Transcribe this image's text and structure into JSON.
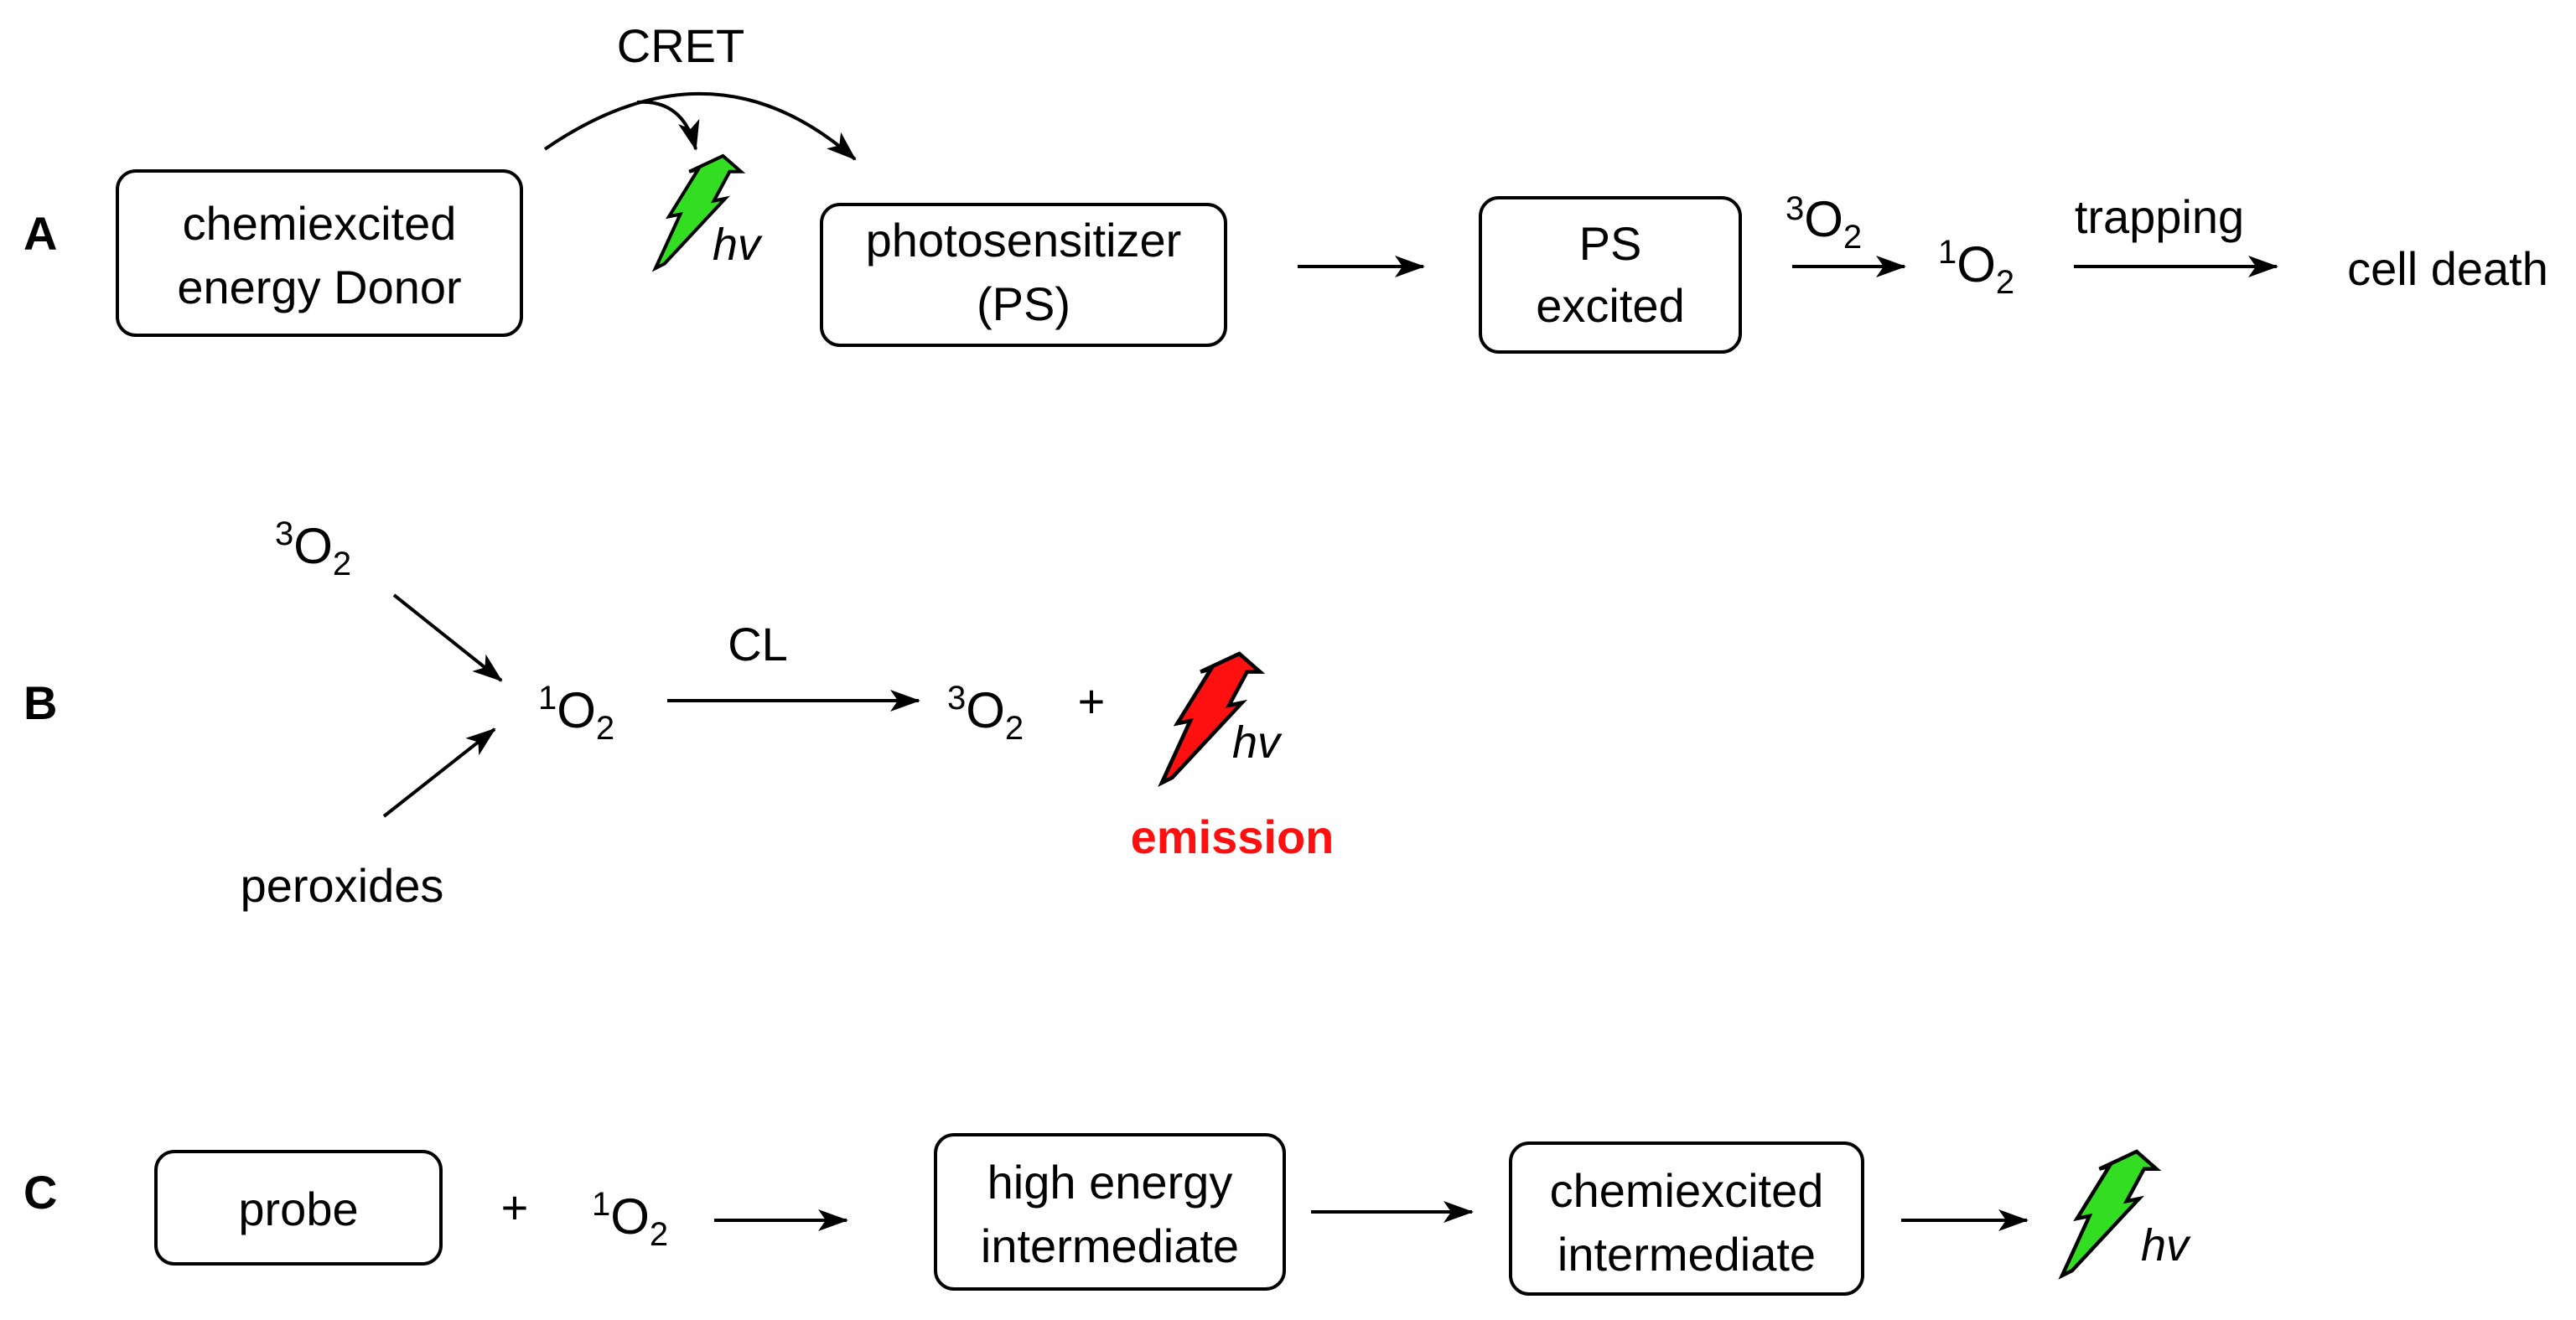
{
  "colors": {
    "green_bolt": "#33dd22",
    "red_bolt": "#ff1010",
    "emission_text": "#ff1010",
    "ink": "#000000"
  },
  "panel_a": {
    "label": "A",
    "cret": "CRET",
    "donor_line1": "chemiexcited",
    "donor_line2": "energy Donor",
    "hv": "hv",
    "ps_line1": "photosensitizer",
    "ps_line2": "(PS)",
    "ps_excited_line1": "PS",
    "ps_excited_line2": "excited",
    "triplet_sup": "3",
    "triplet_o": "O",
    "triplet_sub": "2",
    "singlet_sup": "1",
    "singlet_o": "O",
    "singlet_sub": "2",
    "trapping": "trapping",
    "cell_death": "cell death"
  },
  "panel_b": {
    "label": "B",
    "triplet_in_sup": "3",
    "triplet_in_o": "O",
    "triplet_in_sub": "2",
    "peroxides": "peroxides",
    "singlet_sup": "1",
    "singlet_o": "O",
    "singlet_sub": "2",
    "cl": "CL",
    "triplet_out_sup": "3",
    "triplet_out_o": "O",
    "triplet_out_sub": "2",
    "plus": "+",
    "hv": "hv",
    "emission": "emission"
  },
  "panel_c": {
    "label": "C",
    "probe": "probe",
    "plus": "+",
    "singlet_sup": "1",
    "singlet_o": "O",
    "singlet_sub": "2",
    "hei_line1": "high energy",
    "hei_line2": "intermediate",
    "ci_line1": "chemiexcited",
    "ci_line2": "intermediate",
    "hv": "hv"
  },
  "icons": {
    "bolt_a": "lightning-bolt-icon",
    "bolt_b": "lightning-bolt-icon",
    "bolt_c": "lightning-bolt-icon"
  }
}
